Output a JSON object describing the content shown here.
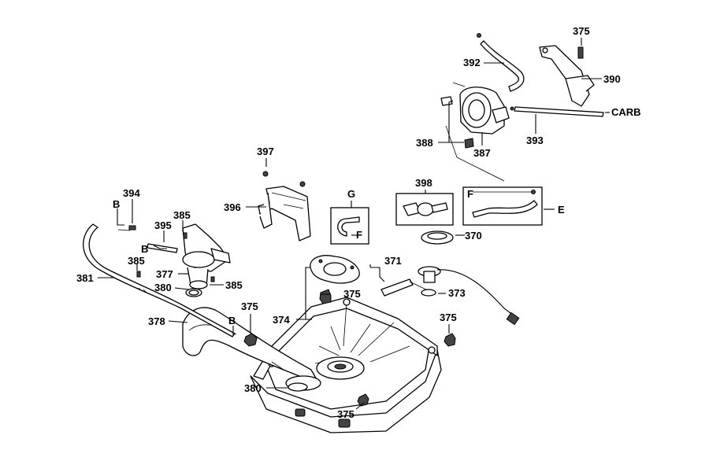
{
  "callouts": {
    "c375_top": "375",
    "c390": "390",
    "c392": "392",
    "carb": "CARB",
    "c388": "388",
    "c387": "387",
    "c393": "393",
    "c397": "397",
    "c396": "396",
    "g": "G",
    "g_f": "F",
    "c398": "398",
    "e_f": "F",
    "e": "E",
    "c370": "370",
    "c394": "394",
    "b1": "B",
    "c385a": "385",
    "c395": "395",
    "b2": "B",
    "c385b": "385",
    "c377": "377",
    "c385c": "385",
    "c381": "381",
    "c380a": "380",
    "c371": "371",
    "c373": "373",
    "c375_mid": "375",
    "c374": "374",
    "c375_left": "375",
    "c375_right": "375",
    "c378": "378",
    "b3": "B",
    "c380b": "380",
    "c375_bottom": "375"
  }
}
